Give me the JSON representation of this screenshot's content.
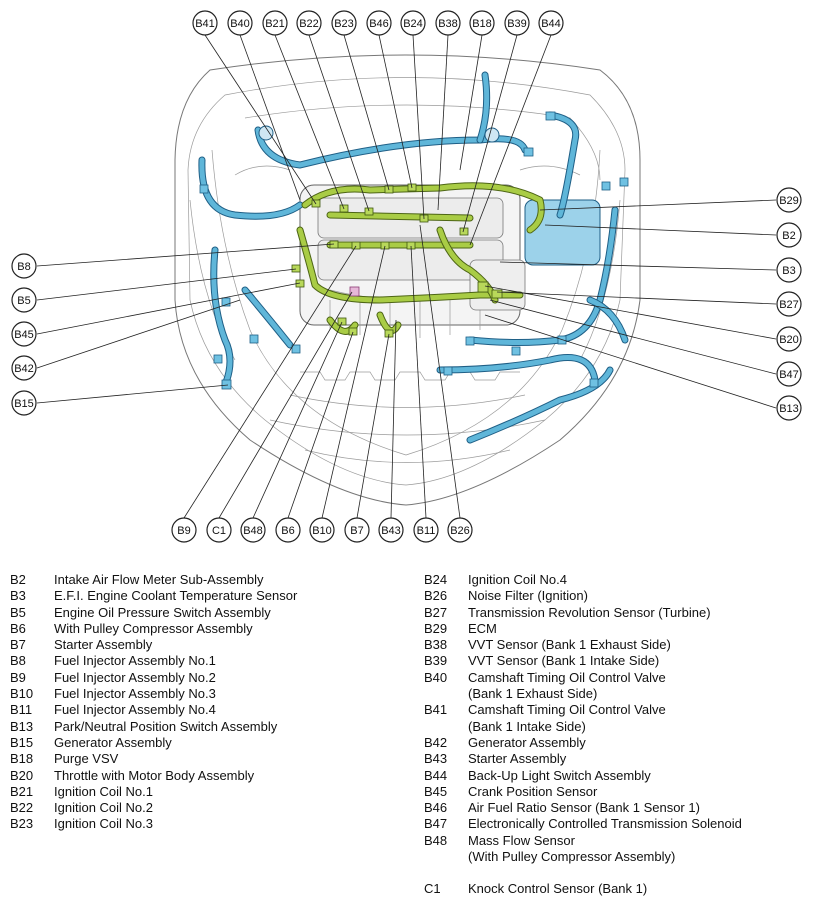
{
  "callouts": {
    "B41": "B41",
    "B40": "B40",
    "B21": "B21",
    "B22": "B22",
    "B23": "B23",
    "B46": "B46",
    "B24": "B24",
    "B38": "B38",
    "B18": "B18",
    "B39": "B39",
    "B44": "B44",
    "B29": "B29",
    "B2": "B2",
    "B3": "B3",
    "B27": "B27",
    "B20": "B20",
    "B47": "B47",
    "B13": "B13",
    "B8": "B8",
    "B5": "B5",
    "B45": "B45",
    "B42": "B42",
    "B15": "B15",
    "B9": "B9",
    "C1": "C1",
    "B48": "B48",
    "B6": "B6",
    "B10": "B10",
    "B7": "B7",
    "B43": "B43",
    "B11": "B11",
    "B26": "B26"
  },
  "colors": {
    "harness_engine_room": "#5fb6d9",
    "harness_engine": "#a9cc45"
  },
  "legend_left": [
    {
      "code": "B2",
      "desc": "Intake Air Flow Meter Sub-Assembly"
    },
    {
      "code": "B3",
      "desc": "E.F.I. Engine Coolant Temperature Sensor"
    },
    {
      "code": "B5",
      "desc": "Engine Oil Pressure Switch Assembly"
    },
    {
      "code": "B6",
      "desc": "With Pulley Compressor Assembly"
    },
    {
      "code": "B7",
      "desc": "Starter Assembly"
    },
    {
      "code": "B8",
      "desc": "Fuel Injector Assembly No.1"
    },
    {
      "code": "B9",
      "desc": "Fuel Injector Assembly No.2"
    },
    {
      "code": "B10",
      "desc": "Fuel Injector Assembly No.3"
    },
    {
      "code": "B11",
      "desc": "Fuel Injector Assembly No.4"
    },
    {
      "code": "B13",
      "desc": "Park/Neutral Position Switch Assembly"
    },
    {
      "code": "B15",
      "desc": "Generator Assembly"
    },
    {
      "code": "B18",
      "desc": "Purge VSV"
    },
    {
      "code": "B20",
      "desc": "Throttle with Motor Body Assembly"
    },
    {
      "code": "B21",
      "desc": "Ignition Coil No.1"
    },
    {
      "code": "B22",
      "desc": "Ignition Coil No.2"
    },
    {
      "code": "B23",
      "desc": "Ignition Coil No.3"
    }
  ],
  "legend_right": [
    {
      "code": "B24",
      "desc": "Ignition Coil No.4"
    },
    {
      "code": "B26",
      "desc": "Noise Filter (Ignition)"
    },
    {
      "code": "B27",
      "desc": "Transmission Revolution Sensor (Turbine)"
    },
    {
      "code": "B29",
      "desc": "ECM"
    },
    {
      "code": "B38",
      "desc": "VVT Sensor (Bank 1 Exhaust Side)"
    },
    {
      "code": "B39",
      "desc": "VVT Sensor (Bank 1 Intake Side)"
    },
    {
      "code": "B40",
      "desc": "Camshaft Timing Oil Control Valve"
    },
    {
      "code": "",
      "desc": "(Bank 1 Exhaust Side)"
    },
    {
      "code": "B41",
      "desc": "Camshaft Timing Oil Control Valve"
    },
    {
      "code": "",
      "desc": "(Bank 1 Intake Side)"
    },
    {
      "code": "B42",
      "desc": "Generator Assembly"
    },
    {
      "code": "B43",
      "desc": "Starter Assembly"
    },
    {
      "code": "B44",
      "desc": "Back-Up Light Switch Assembly"
    },
    {
      "code": "B45",
      "desc": "Crank Position Sensor"
    },
    {
      "code": "B46",
      "desc": "Air Fuel Ratio Sensor (Bank 1 Sensor 1)"
    },
    {
      "code": "B47",
      "desc": "Electronically Controlled Transmission Solenoid"
    },
    {
      "code": "B48",
      "desc": "Mass Flow Sensor"
    },
    {
      "code": "",
      "desc": "(With Pulley Compressor Assembly)"
    },
    {
      "code": "",
      "desc": ""
    },
    {
      "code": "C1",
      "desc": "Knock Control Sensor (Bank 1)"
    }
  ]
}
